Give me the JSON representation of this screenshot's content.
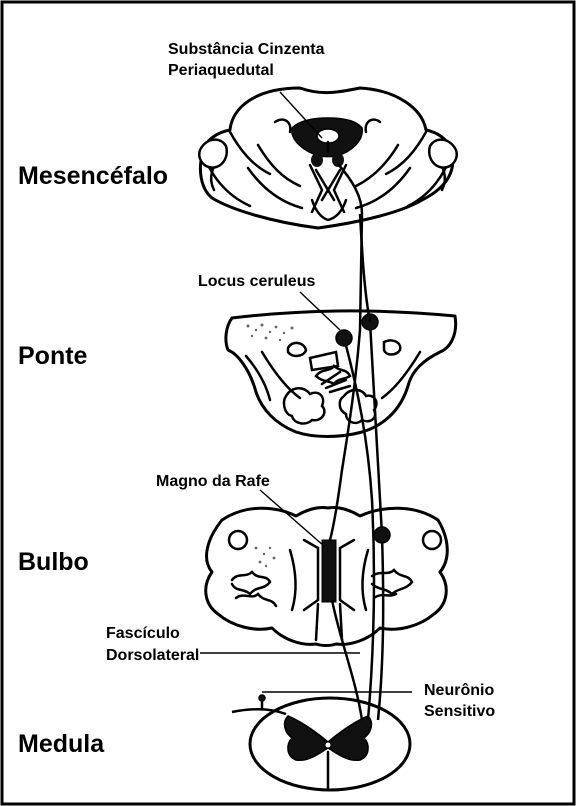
{
  "labels": {
    "regions": {
      "mesencephalon": "Mesencéfalo",
      "pons": "Ponte",
      "medulla_oblongata": "Bulbo",
      "spinal_cord": "Medula"
    },
    "callouts": {
      "periaqueductal_line1": "Substância Cinzenta",
      "periaqueductal_line2": "Periaquedutal",
      "locus_ceruleus": "Locus ceruleus",
      "raphe_magnus": "Magno da Rafe",
      "fasciculus_line1": "Fascículo",
      "fasciculus_line2": "Dorsolateral",
      "sensory_neuron_line1": "Neurônio",
      "sensory_neuron_line2": "Sensitivo"
    }
  },
  "colors": {
    "ink": "#000000",
    "background": "#ffffff",
    "nucleus_fill": "#111111"
  },
  "icons": {
    "neuron_body": "filled-circle",
    "spinal_gray_matter": "butterfly-shape"
  }
}
